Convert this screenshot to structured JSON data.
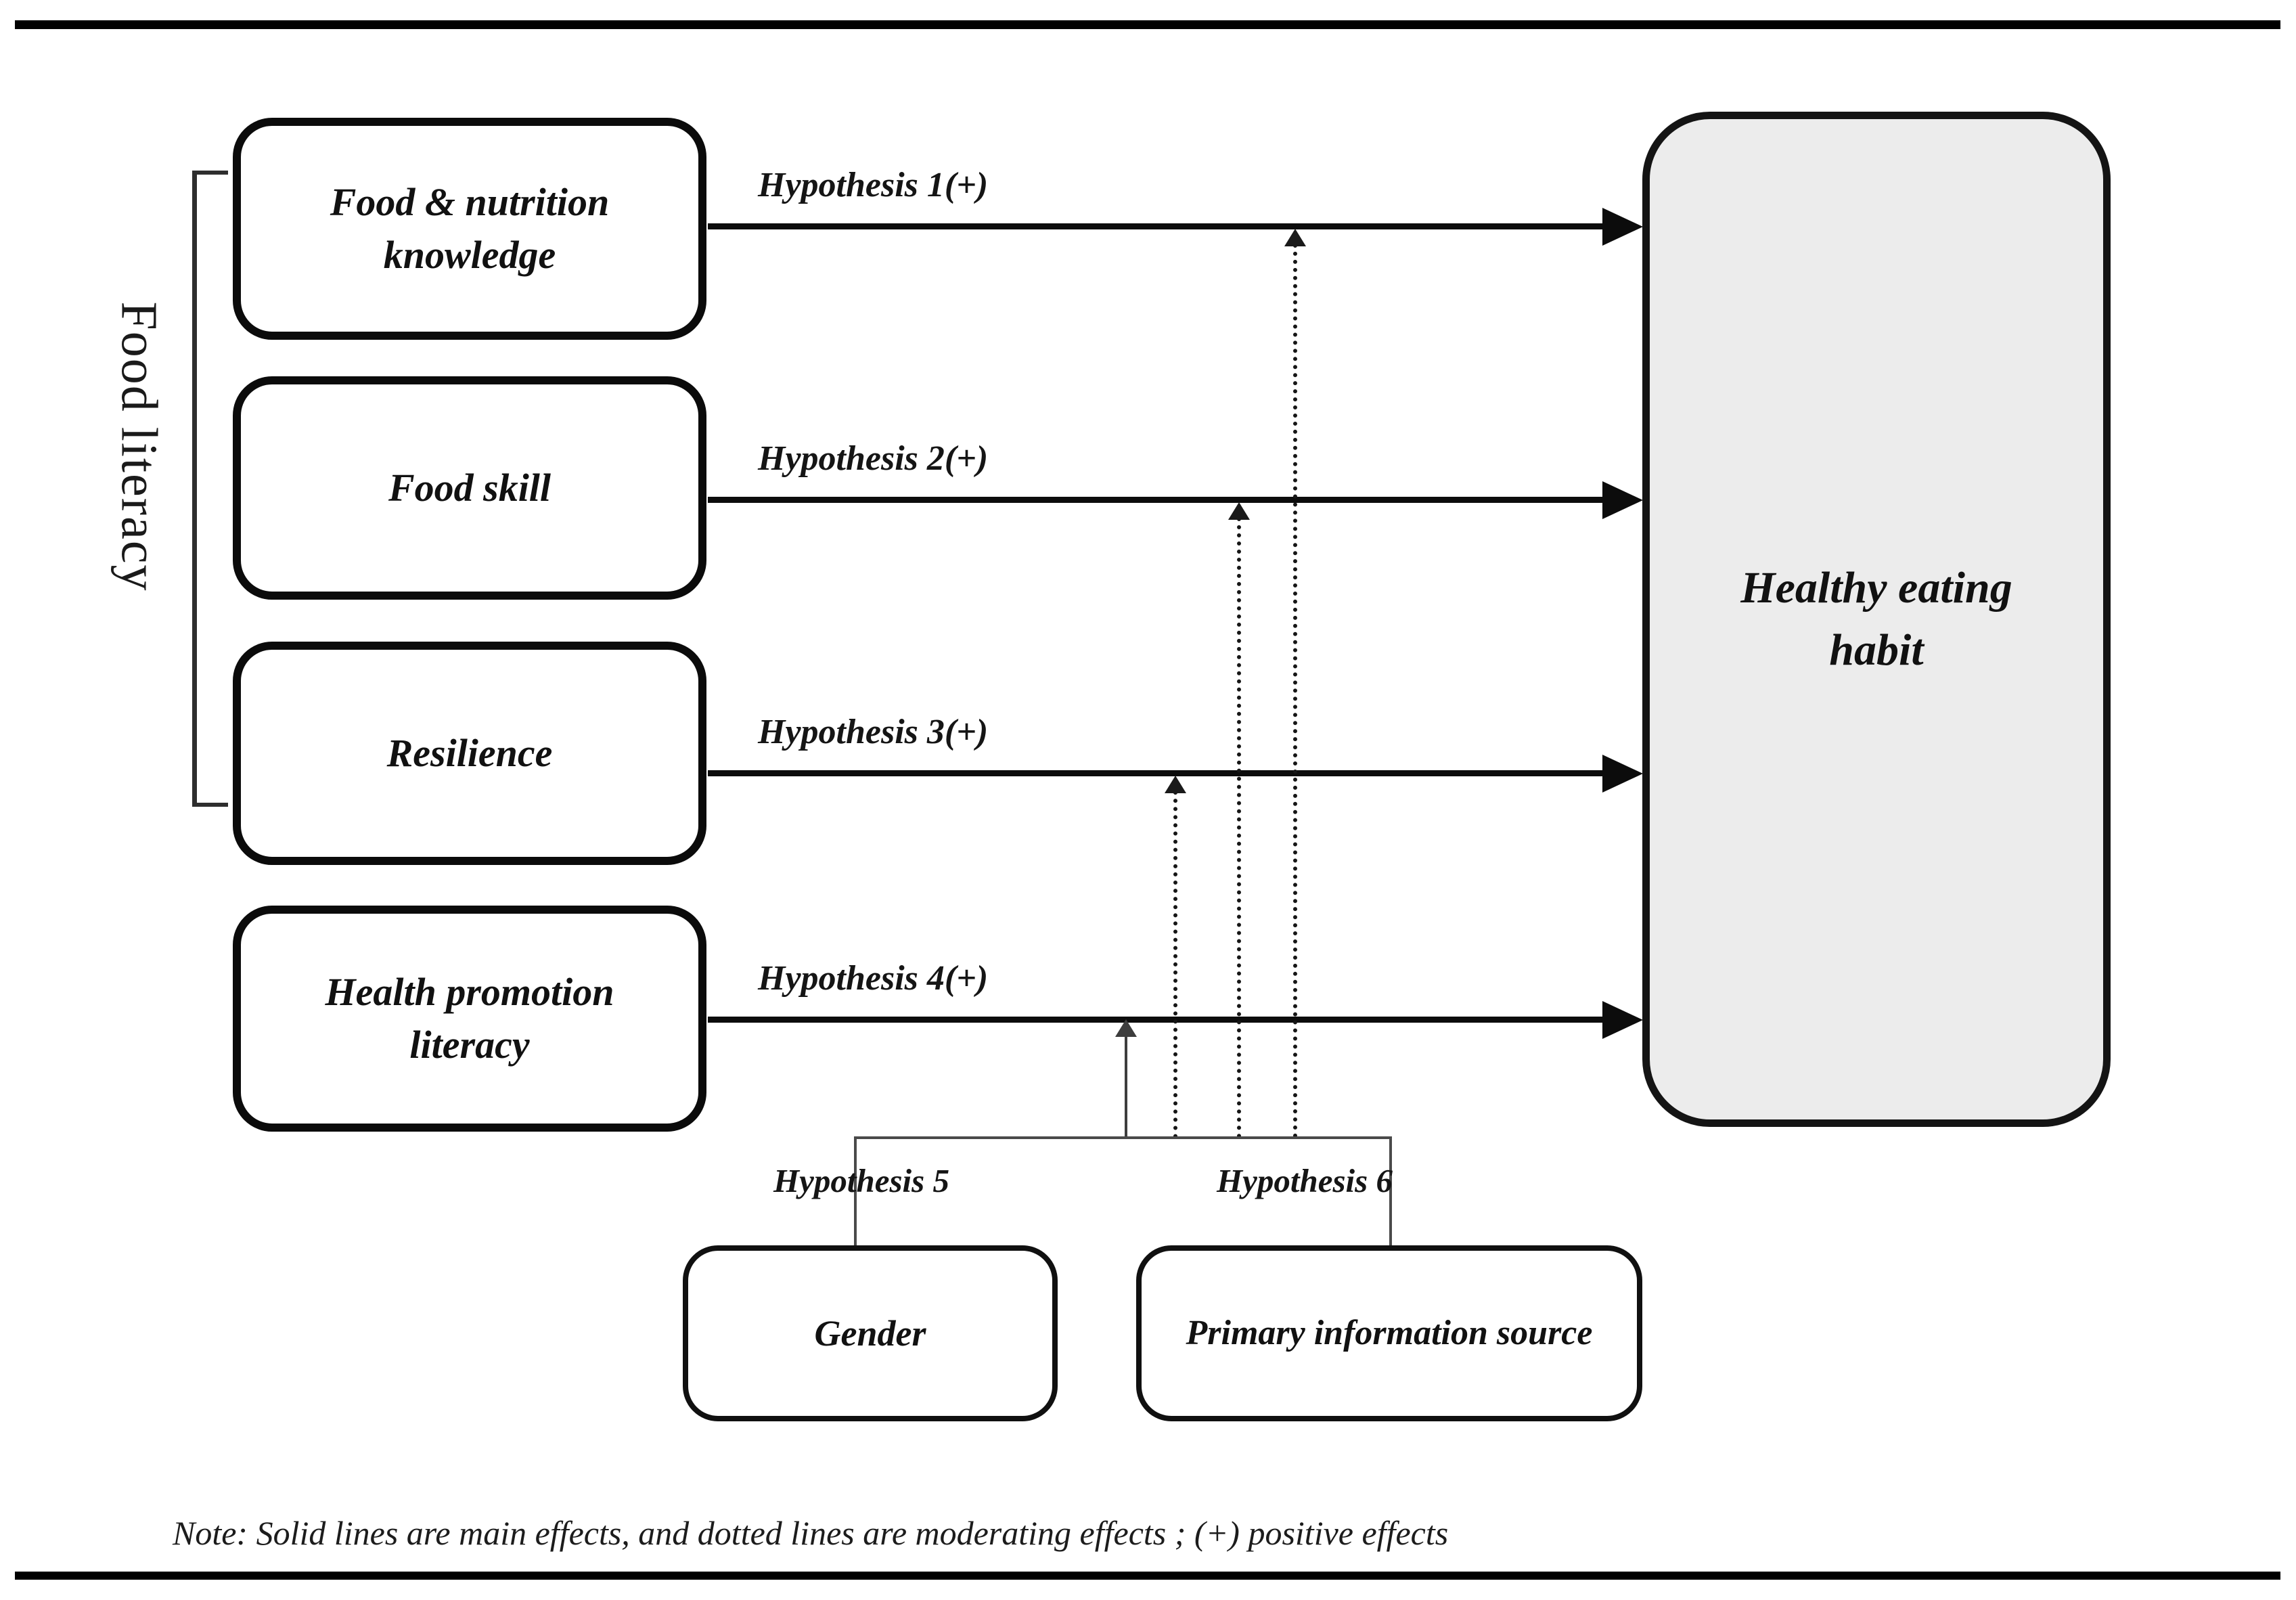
{
  "diagram": {
    "group_label": "Food literacy",
    "predictors": [
      {
        "label": "Food & nutrition knowledge",
        "hypothesis": "Hypothesis 1(+)"
      },
      {
        "label": "Food skill",
        "hypothesis": "Hypothesis 2(+)"
      },
      {
        "label": "Resilience",
        "hypothesis": "Hypothesis 3(+)"
      },
      {
        "label": "Health promotion literacy",
        "hypothesis": "Hypothesis 4(+)"
      }
    ],
    "outcome": {
      "label": "Healthy eating habit"
    },
    "moderators": [
      {
        "label": "Gender",
        "hypothesis": "Hypothesis 5"
      },
      {
        "label": "Primary information source",
        "hypothesis": "Hypothesis 6"
      }
    ],
    "note": "Note: Solid lines are main effects, and dotted lines are moderating effects ; (+) positive effects",
    "colors": {
      "box_border": "#0b0b0b",
      "outcome_fill": "#ececec",
      "main_effect_line": "#0c0c0c",
      "connector_line": "#4a4a4a"
    },
    "line_styles": {
      "main_effect": "solid",
      "moderating_effect": "dotted"
    }
  }
}
